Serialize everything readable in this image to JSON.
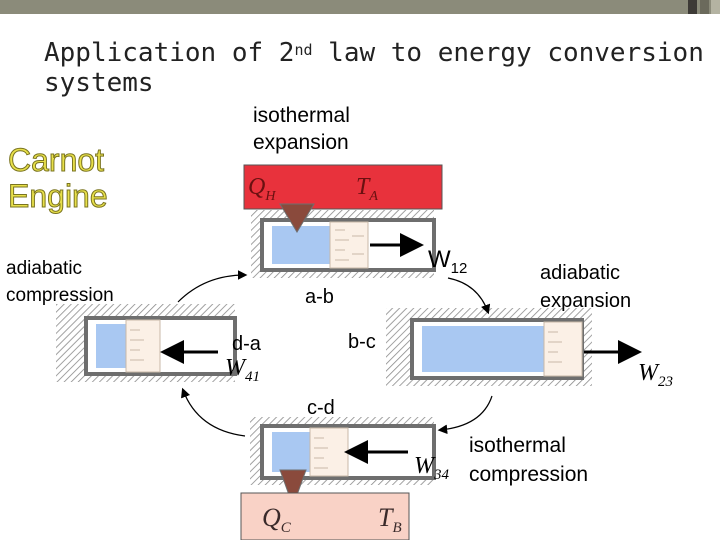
{
  "slide": {
    "title_before_sup": "Application of 2",
    "title_sup": "nd",
    "title_after_sup": " law to energy conversion",
    "title_line2": "systems",
    "carnot_line1": "Carnot",
    "carnot_line2": "Engine"
  },
  "labels": {
    "isothermal_expansion_1": "isothermal",
    "isothermal_expansion_2": "expansion",
    "adiabatic_compression_1": "adiabatic",
    "adiabatic_compression_2": "compression",
    "adiabatic_expansion_1": "adiabatic",
    "adiabatic_expansion_2": "expansion",
    "isothermal_compression_1": "isothermal",
    "isothermal_compression_2": "compression",
    "ab": "a-b",
    "bc": "b-c",
    "cd": "c-d",
    "da": "d-a"
  },
  "symbols": {
    "QH_main": "Q",
    "QH_sub": "H",
    "TA_main": "T",
    "TA_sub": "A",
    "QC_main": "Q",
    "QC_sub": "C",
    "TB_main": "T",
    "TB_sub": "B",
    "W12_main": "W",
    "W12_sub": "12",
    "W23_main": "W",
    "W23_sub": "23",
    "W34_main": "W",
    "W34_sub": "34",
    "W41_main": "W",
    "W41_sub": "41"
  },
  "colors": {
    "hot_reservoir": "#e8323c",
    "cold_reservoir": "#f9d2c6",
    "gas": "#a9c8f2",
    "cylinder": "#6e6e6e",
    "conductor": "#8a4a3c"
  }
}
